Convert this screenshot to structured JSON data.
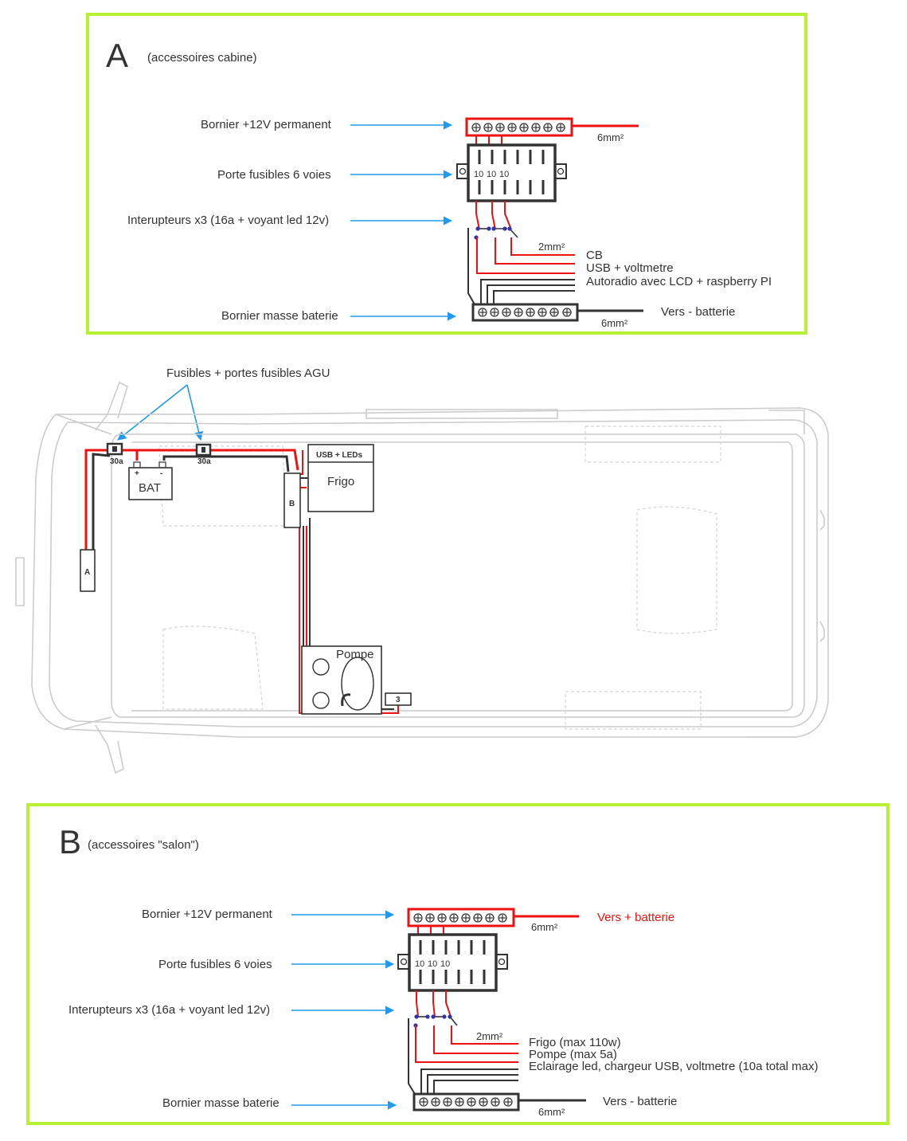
{
  "panelA": {
    "letter": "A",
    "subtitle": "(accessoires cabine)",
    "labels": {
      "bornier_plus": "Bornier +12V permanent",
      "porte_fusibles": "Porte fusibles 6 voies",
      "interrupteurs": "Interupteurs x3 (16a + voyant led 12v)",
      "bornier_masse": "Bornier masse baterie"
    },
    "section_top": "6mm²",
    "section_bottom": "6mm²",
    "section_switch": "2mm²",
    "fuse_values": [
      "10",
      "10",
      "10"
    ],
    "outputs": [
      "CB",
      "USB + voltmetre",
      "Autoradio avec LCD + raspberry PI"
    ],
    "ground_target": "Vers - batterie"
  },
  "van": {
    "fuse_annotation": "Fusibles + portes fusibles AGU",
    "fuse1": "30a",
    "fuse2": "30a",
    "battery": "BAT",
    "plus": "+",
    "minus": "-",
    "box_a": "A",
    "box_b": "B",
    "box_3": "3",
    "usb_leds": "USB + LEDs",
    "frigo": "Frigo",
    "pompe": "Pompe"
  },
  "panelB": {
    "letter": "B",
    "subtitle": "(accessoires \"salon\")",
    "labels": {
      "bornier_plus": "Bornier +12V permanent",
      "porte_fusibles": "Porte fusibles 6 voies",
      "interrupteurs": "Interupteurs x3 (16a + voyant led 12v)",
      "bornier_masse": "Bornier masse baterie"
    },
    "section_top": "6mm²",
    "section_bottom": "6mm²",
    "section_switch": "2mm²",
    "fuse_values": [
      "10",
      "10",
      "10"
    ],
    "plus_target": "Vers + batterie",
    "outputs": [
      "Frigo (max 110w)",
      "Pompe (max 5a)",
      "Eclairage led, chargeur USB, voltmetre (10a total max)"
    ],
    "ground_target": "Vers - batterie"
  },
  "colors": {
    "frame": "#b8f033",
    "positive": "#ee1111",
    "ground": "#333333",
    "arrow": "#2299ee",
    "van_outline": "#cccccc"
  }
}
